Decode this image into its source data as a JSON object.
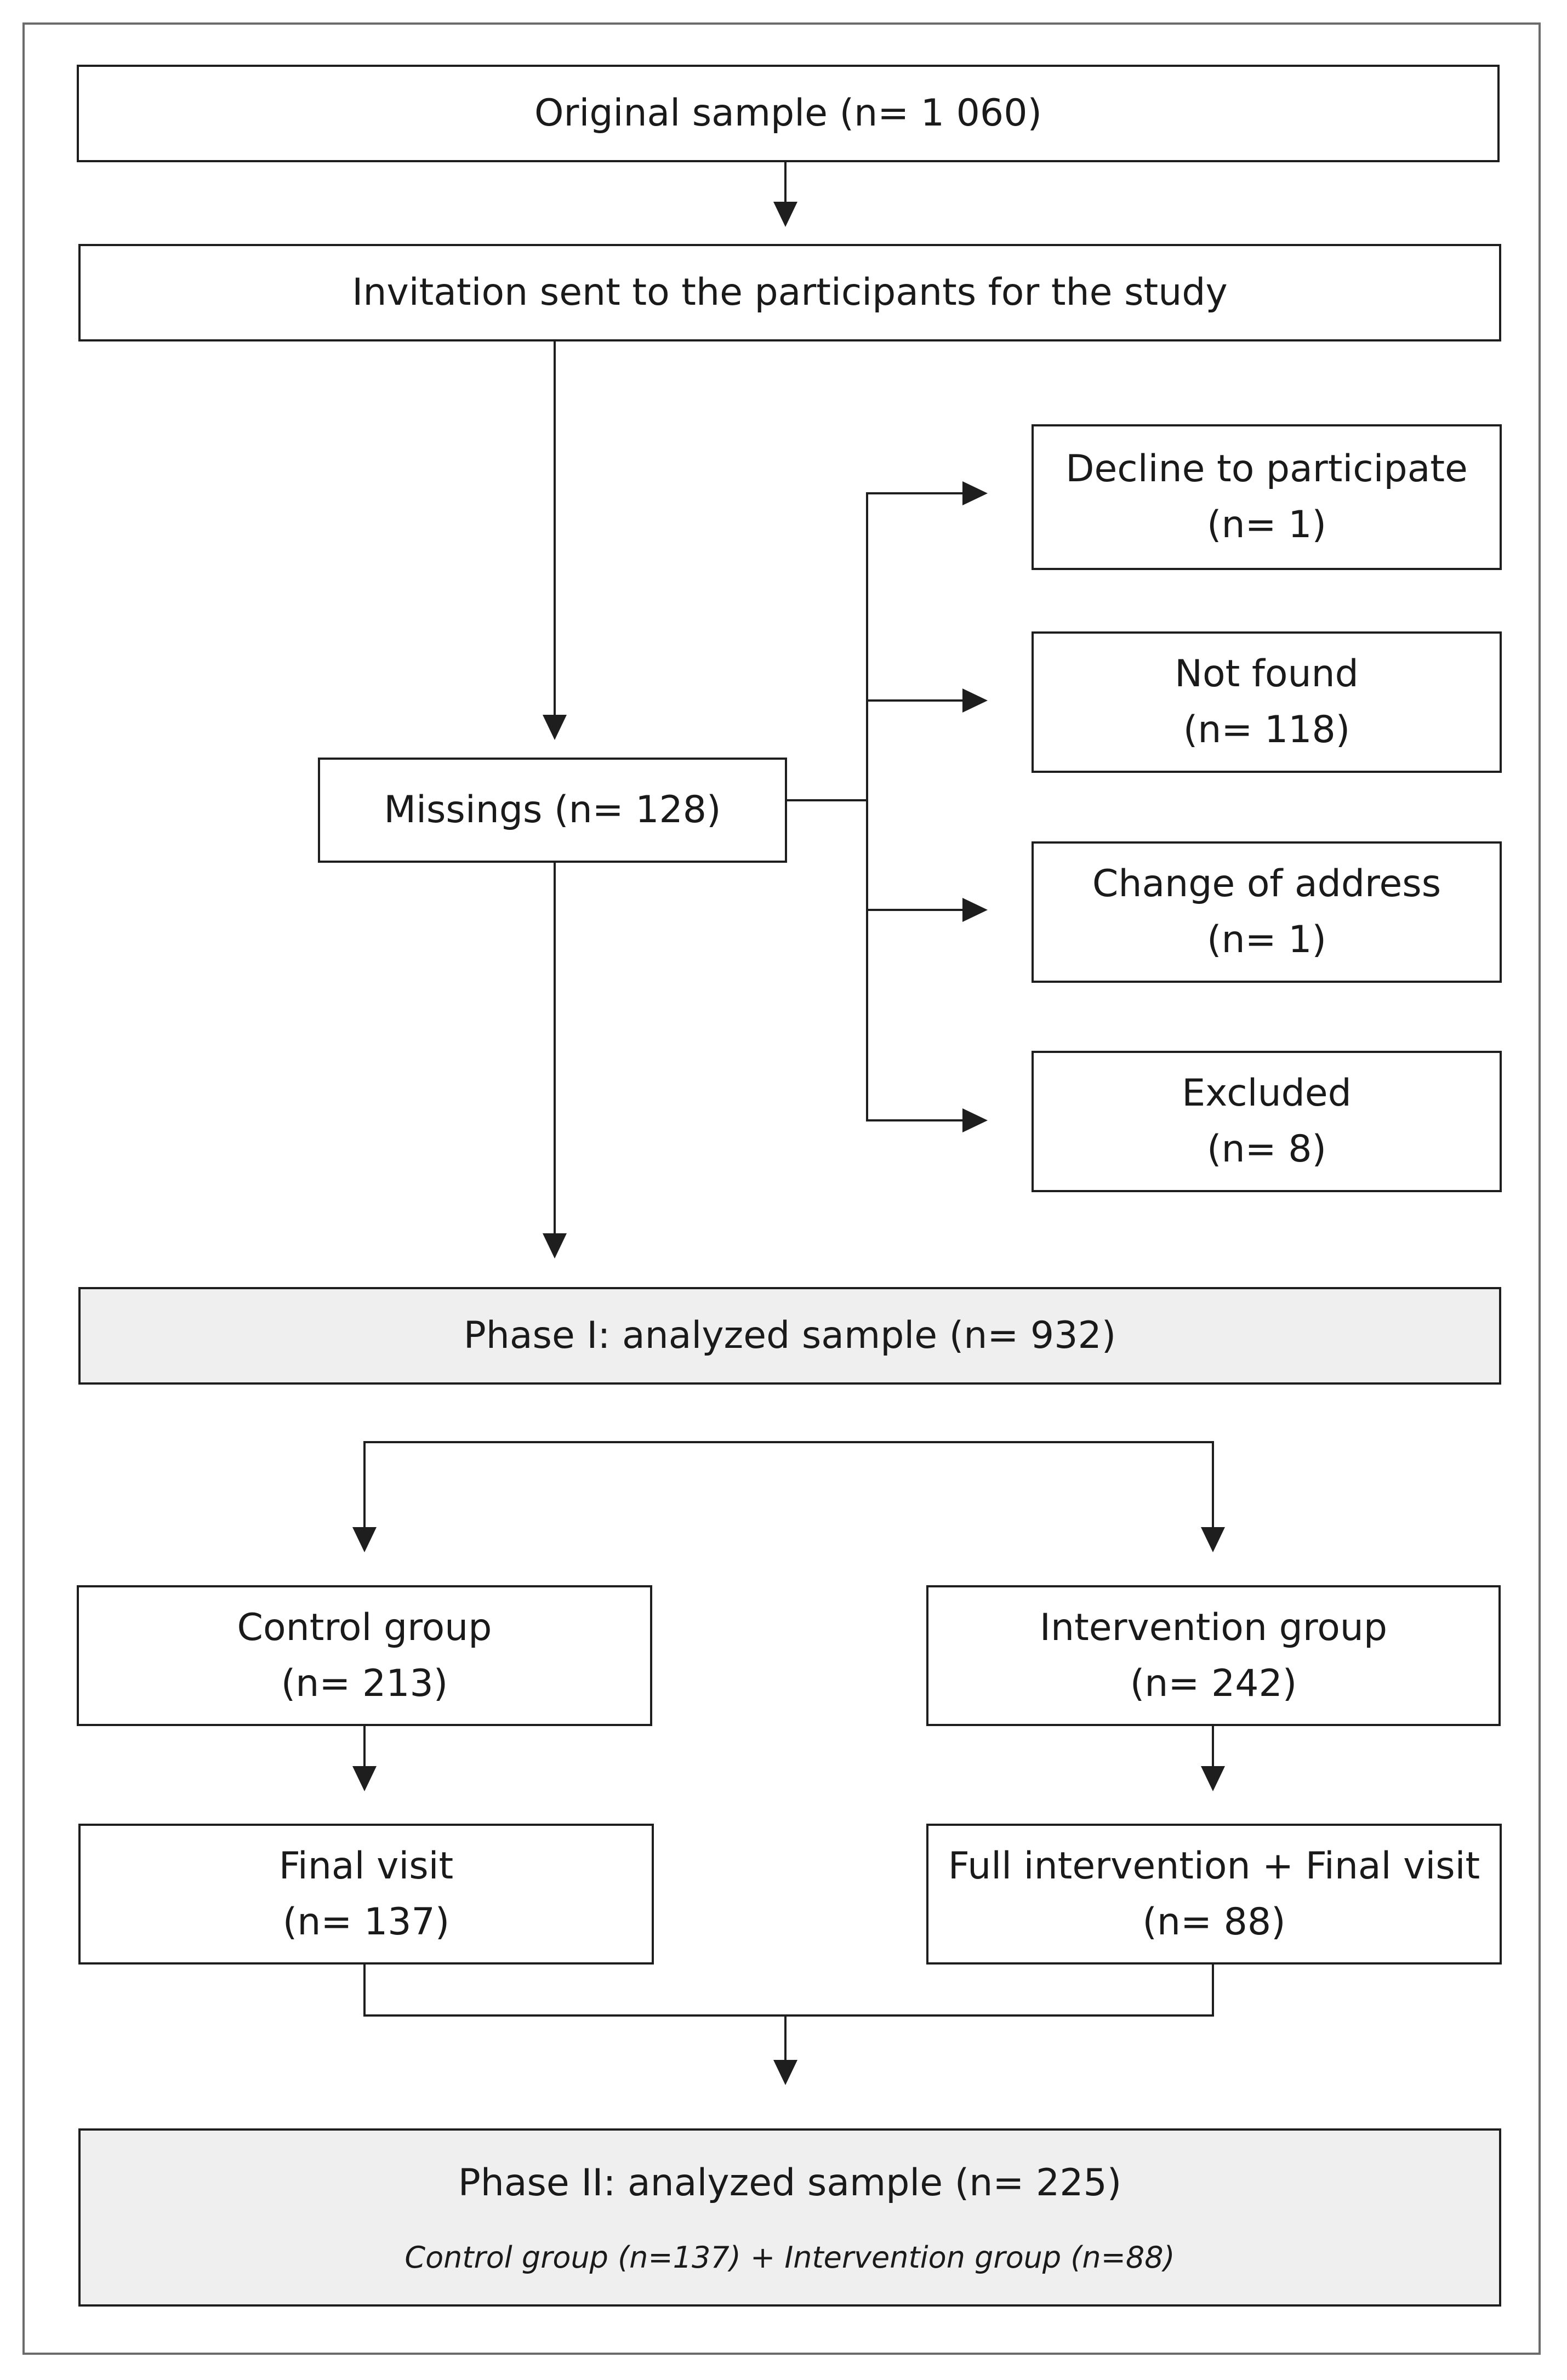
{
  "diagram": {
    "original": {
      "label": "Original sample (n= 1 060)"
    },
    "invitation": {
      "label": "Invitation sent to the participants for the study"
    },
    "missings": {
      "label": "Missings (n= 128)"
    },
    "decline": {
      "title": "Decline to participate",
      "count": "(n= 1)"
    },
    "not_found": {
      "title": "Not found",
      "count": "(n= 118)"
    },
    "change_address": {
      "title": "Change of address",
      "count": "(n= 1)"
    },
    "excluded": {
      "title": "Excluded",
      "count": "(n= 8)"
    },
    "phase1": {
      "label": "Phase I: analyzed sample (n= 932)"
    },
    "control": {
      "title": "Control group",
      "count": "(n= 213)"
    },
    "intervention": {
      "title": "Intervention group",
      "count": "(n= 242)"
    },
    "final_visit": {
      "title": "Final visit",
      "count": "(n= 137)"
    },
    "full_intervention": {
      "title": "Full intervention + Final visit",
      "count": "(n= 88)"
    },
    "phase2": {
      "label": "Phase II: analyzed sample (n= 225)",
      "note": "Control group (n=137) + Intervention group (n=88)"
    }
  },
  "colors": {
    "line": "#1e1e1e",
    "frame": "#6b6b6b",
    "box_fill": "#ffffff",
    "shaded_fill": "#efefef"
  }
}
